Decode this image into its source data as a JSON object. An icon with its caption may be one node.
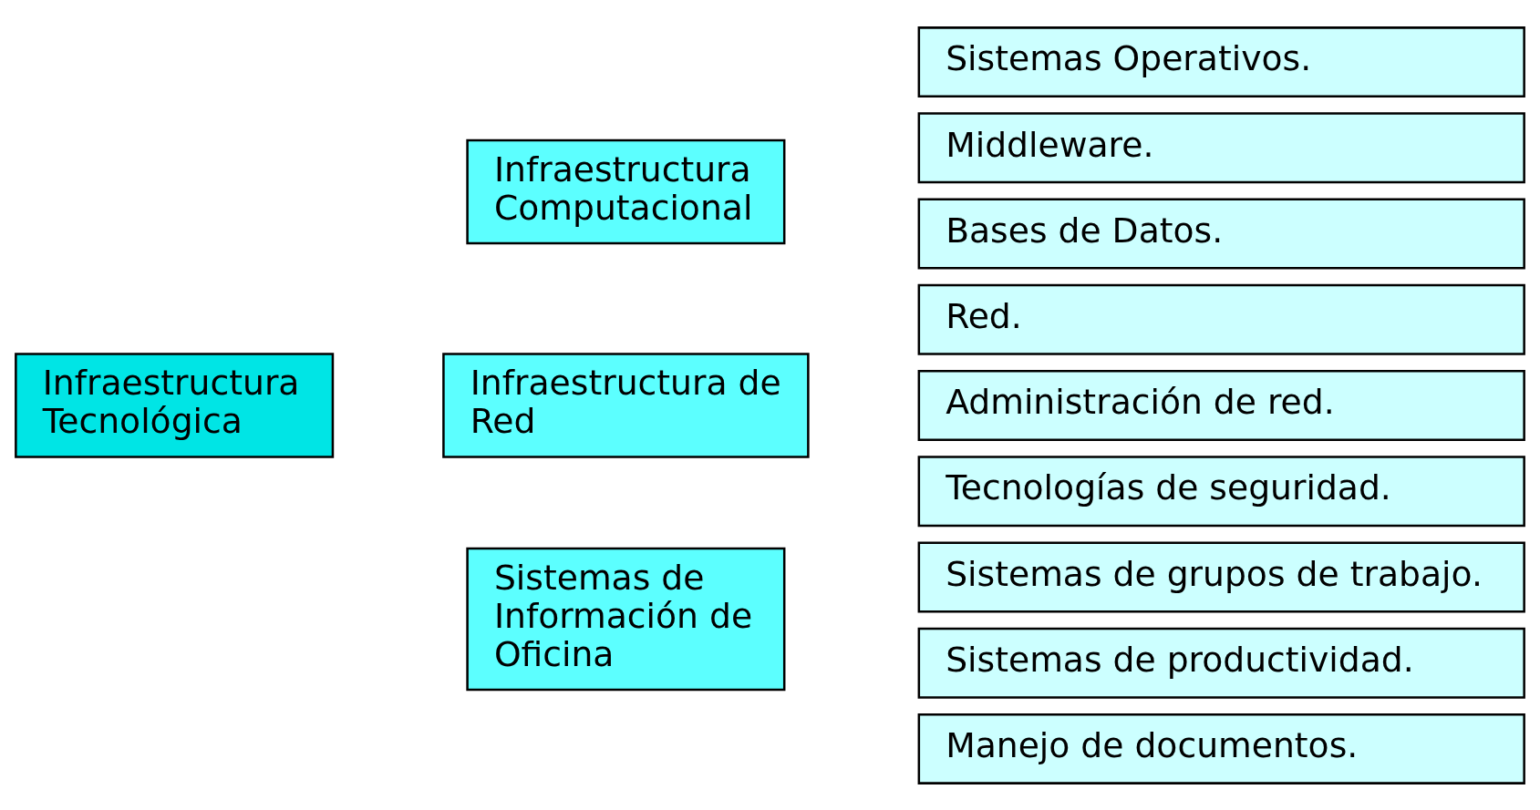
{
  "diagram": {
    "nodes": [
      {
        "text": [
          "Infraestructura Tecnológica"
        ]
      },
      {
        "text": [
          "Infraestructura Computacional"
        ]
      },
      {
        "text": [
          "Sistemas Operativos."
        ]
      },
      {
        "text": [
          "Middleware."
        ]
      },
      {
        "text": [
          "Bases de Datos."
        ]
      },
      {
        "text": [
          "Infraestructura de Red"
        ]
      },
      {
        "text": [
          "Red."
        ]
      },
      {
        "text": [
          "Administración de red."
        ]
      },
      {
        "text": [
          "Tecnologías de seguridad."
        ]
      },
      {
        "text": [
          "Sistemas de Información de Oficina"
        ]
      },
      {
        "text": [
          "Sistemas de grupos de trabajo."
        ]
      },
      {
        "text": [
          "Sistemas de productividad."
        ]
      },
      {
        "text": [
          "Manejo de documentos."
        ]
      }
    ]
  }
}
